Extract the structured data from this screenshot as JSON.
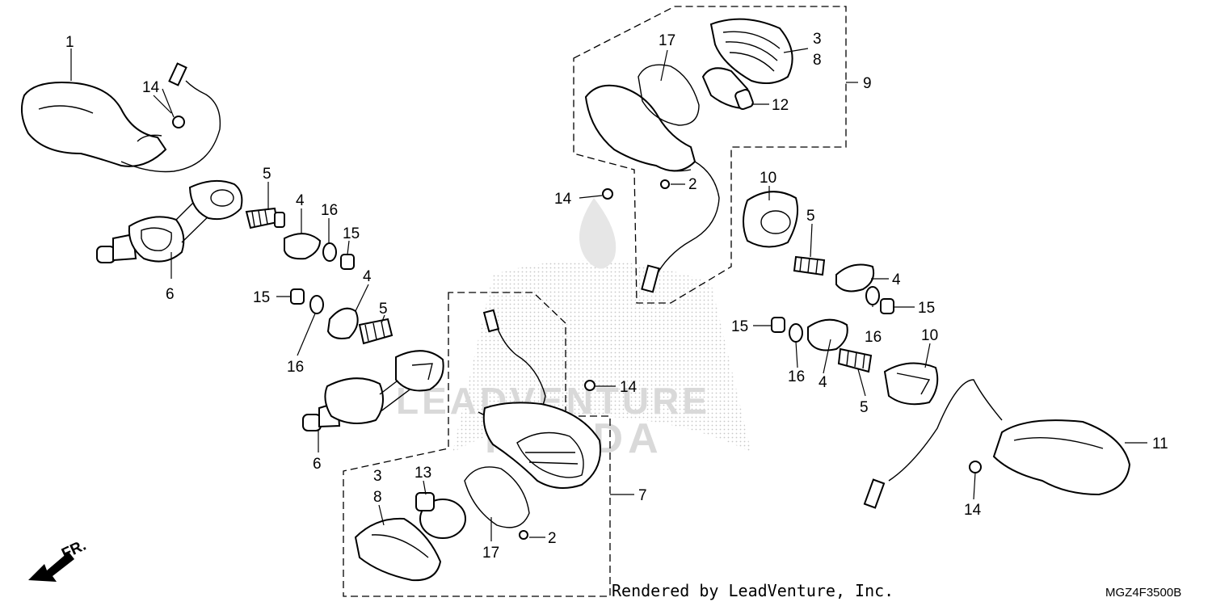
{
  "diagram": {
    "watermark_line1": "LEADVENTURE",
    "watermark_line2": "HONDA",
    "front_indicator": "FR.",
    "credit": "Rendered by LeadVenture, Inc.",
    "diagram_code": "MGZ4F3500B",
    "callouts": {
      "c1": "1",
      "c2a": "2",
      "c2b": "2",
      "c3a": "3",
      "c3b": "3",
      "c4a": "4",
      "c4b": "4",
      "c4c": "4",
      "c4d": "4",
      "c5a": "5",
      "c5b": "5",
      "c5c": "5",
      "c5d": "5",
      "c6a": "6",
      "c6b": "6",
      "c7": "7",
      "c8a": "8",
      "c8b": "8",
      "c9": "9",
      "c10a": "10",
      "c10b": "10",
      "c11": "11",
      "c12": "12",
      "c13": "13",
      "c14a": "14",
      "c14b": "14",
      "c14c": "14",
      "c14d": "14",
      "c15a": "15",
      "c15b": "15",
      "c15c": "15",
      "c15d": "15",
      "c16a": "16",
      "c16b": "16",
      "c16c": "16",
      "c16d": "16",
      "c17a": "17",
      "c17b": "17"
    }
  }
}
